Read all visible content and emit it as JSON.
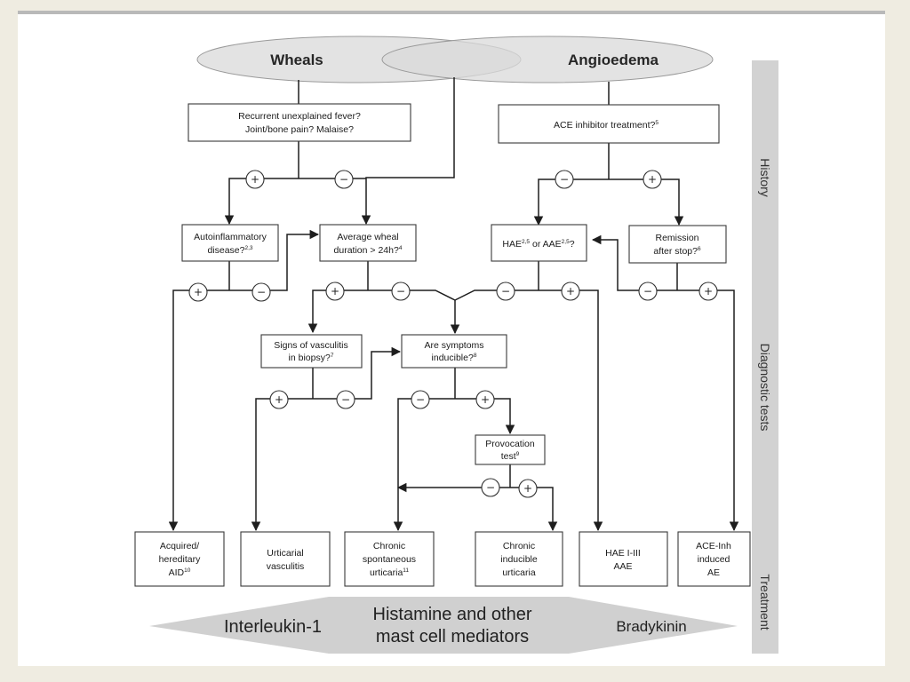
{
  "top_ellipses": {
    "wheals": "Wheals",
    "angioedema": "Angioedema"
  },
  "nodes": {
    "fever": {
      "line1": "Recurrent unexplained fever?",
      "line2": "Joint/bone pain? Malaise?"
    },
    "ace_treatment": {
      "line1": "ACE inhibitor treatment?",
      "sup": "5"
    },
    "autoinflammatory": {
      "line1": "Autoinflammatory",
      "line2": "disease?",
      "sup2": "2,3"
    },
    "wheal_duration": {
      "line1": "Average wheal",
      "line2": "duration > 24h?",
      "sup2": "4"
    },
    "hae_aae": {
      "part1": "HAE",
      "sup1": "2,5",
      "part2": " or AAE",
      "sup2": "2,5",
      "part3": "?"
    },
    "remission": {
      "line1": "Remission",
      "line2": "after stop?",
      "sup2": "6"
    },
    "vasculitis_signs": {
      "line1": "Signs of vasculitis",
      "line2": "in biopsy?",
      "sup2": "7"
    },
    "inducible": {
      "line1": "Are symptoms",
      "line2": "inducible?",
      "sup2": "8"
    },
    "provocation": {
      "line1": "Provocation",
      "line2": "test",
      "sup2": "9"
    }
  },
  "outcomes": {
    "aid": {
      "line1": "Acquired/",
      "line2": "hereditary",
      "line3": "AID",
      "sup3": "10"
    },
    "urticarial_vasculitis": {
      "line1": "Urticarial",
      "line2": "vasculitis"
    },
    "csu": {
      "line1": "Chronic",
      "line2": "spontaneous",
      "line3": "urticaria",
      "sup3": "11"
    },
    "ciu": {
      "line1": "Chronic",
      "line2": "inducible",
      "line3": "urticaria"
    },
    "hae_types": {
      "line1": "HAE I-III",
      "line2": "AAE"
    },
    "ace_ae": {
      "line1": "ACE-Inh",
      "line2": "induced",
      "line3": "AE"
    }
  },
  "signs": {
    "plus": "+",
    "minus": "−"
  },
  "stages": {
    "history": "History",
    "diagnostic": "Diagnostic tests",
    "treatment": "Treatment"
  },
  "mediators": {
    "interleukin": "Interleukin-1",
    "histamine_line1": "Histamine and other",
    "histamine_line2": "mast cell mediators",
    "bradykinin": "Bradykinin"
  }
}
